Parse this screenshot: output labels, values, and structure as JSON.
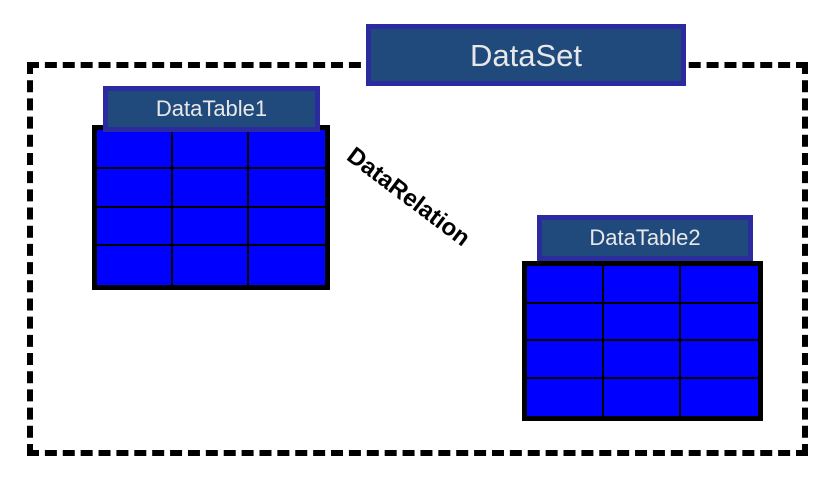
{
  "diagram": {
    "title": "DataSet",
    "container": {
      "label": "DataSet",
      "border_style": "dashed",
      "border_color": "#000000"
    },
    "palette": {
      "plate_fill": "#204a7c",
      "plate_border": "#2b2a9e",
      "plate_text": "#e8e8e8",
      "table_fill": "#0000ff",
      "table_border": "#000000",
      "background": "#ffffff",
      "relation_text": "#000000"
    },
    "tables": [
      {
        "label": "DataTable1",
        "columns": 3,
        "rows": 4
      },
      {
        "label": "DataTable2",
        "columns": 3,
        "rows": 4
      }
    ],
    "relation": {
      "label": "DataRelation",
      "rotation_degrees": 37
    }
  }
}
